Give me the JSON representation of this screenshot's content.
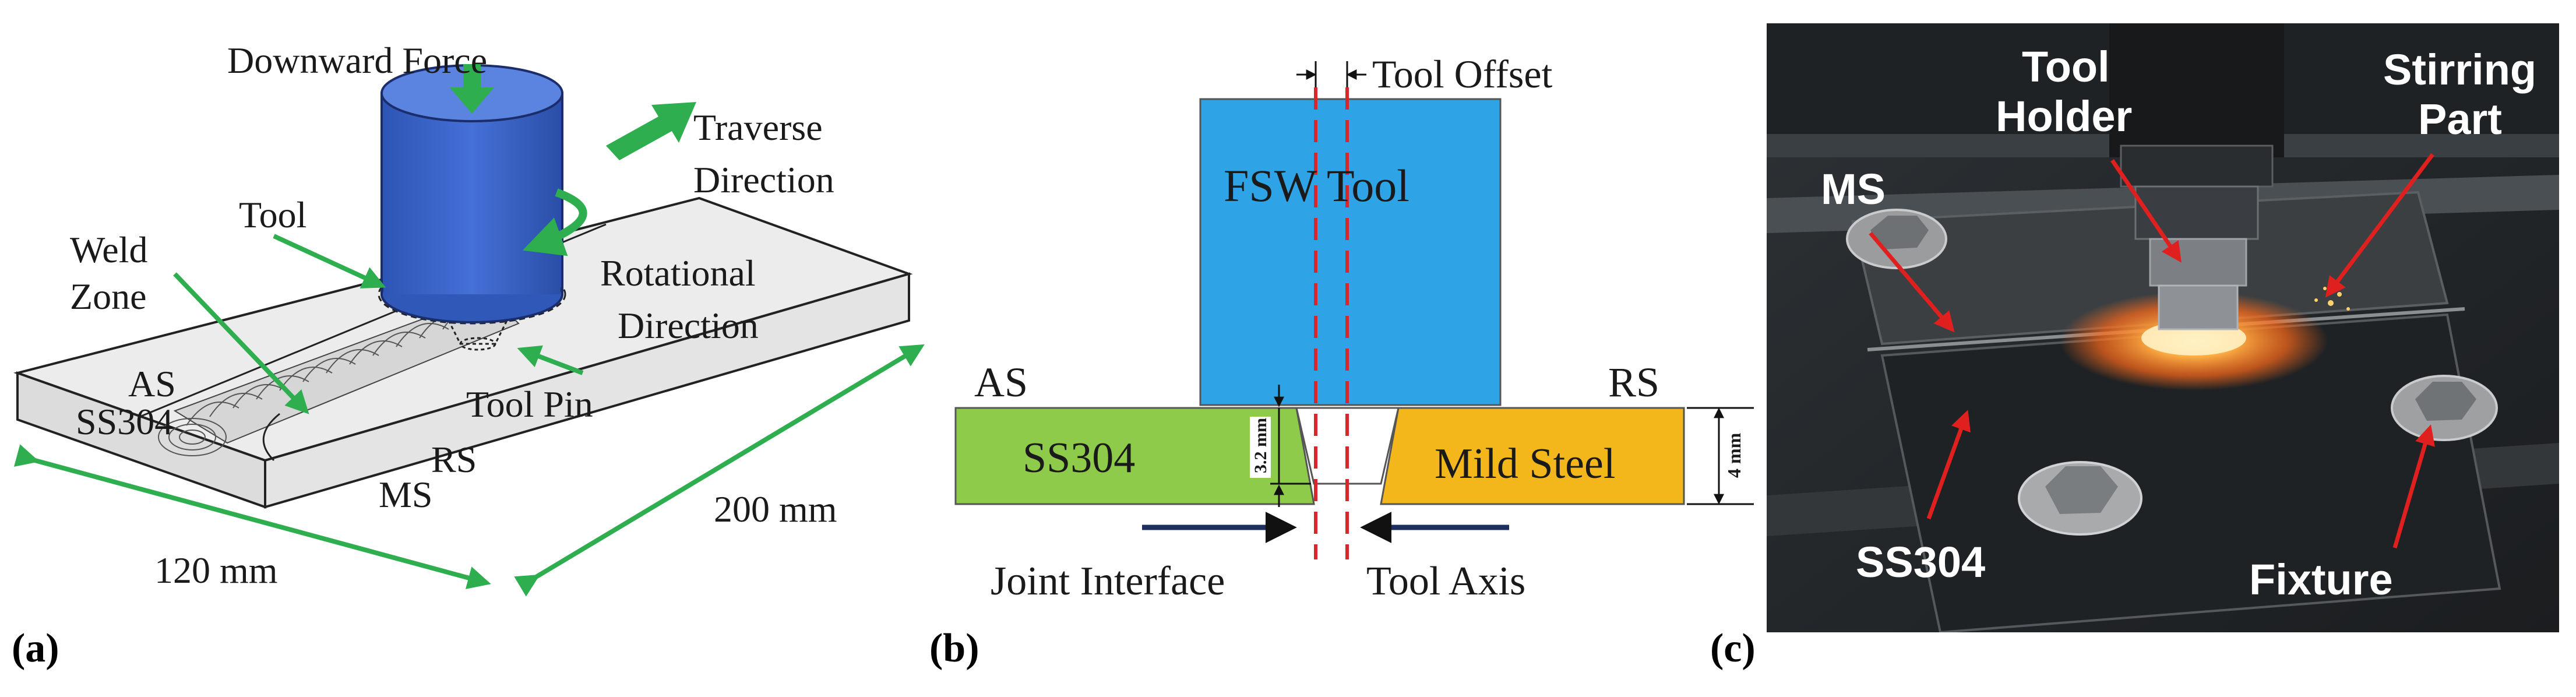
{
  "panel_a": {
    "caption": "(a)",
    "downward_force": "Downward Force",
    "traverse": "Traverse",
    "direction": "Direction",
    "tool": "Tool",
    "weld": "Weld",
    "zone": "Zone",
    "rotational": "Rotational",
    "rot_direction": "Direction",
    "tool_pin": "Tool Pin",
    "as": "AS",
    "ss304": "SS304",
    "rs": "RS",
    "ms": "MS",
    "width_dim": "120 mm",
    "length_dim": "200 mm"
  },
  "panel_b": {
    "caption": "(b)",
    "tool_offset": "Tool Offset",
    "fsw_tool": "FSW Tool",
    "as": "AS",
    "rs": "RS",
    "ss304": "SS304",
    "mild_steel": "Mild Steel",
    "dim_32": "3.2 mm",
    "dim_4": "4 mm",
    "joint_interface": "Joint Interface",
    "tool_axis": "Tool Axis"
  },
  "panel_c": {
    "caption": "(c)",
    "tool_holder_1": "Tool",
    "tool_holder_2": "Holder",
    "stirring_1": "Stirring",
    "stirring_2": "Part",
    "ms": "MS",
    "ss304": "SS304",
    "fixture": "Fixture"
  },
  "colors": {
    "tool_blue": "#3a63c7",
    "arrow_green": "#2fae4f",
    "fsw_tool_blue": "#2ea4e6",
    "ss304_green": "#8fcb4a",
    "mild_steel_orange": "#f4b71b",
    "dash_red": "#d4282b",
    "navy_arrow": "#1d2f5e",
    "photo_arrow_red": "#e0201f"
  }
}
